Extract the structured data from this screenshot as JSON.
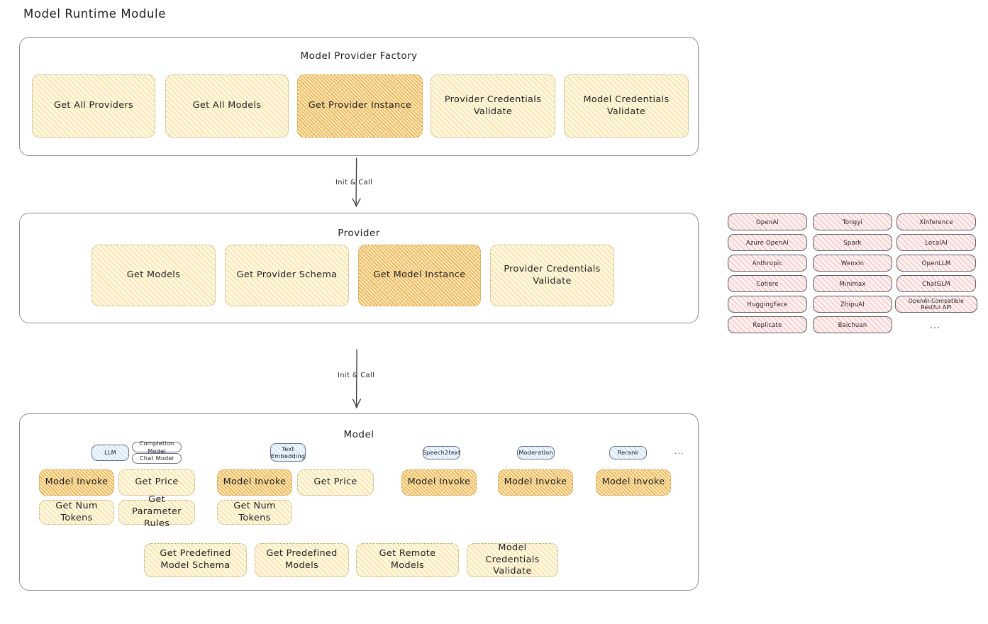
{
  "page": {
    "title": "Model Runtime Module"
  },
  "colors": {
    "highlight_fill": "#fdeac2",
    "normal_fill": "#fdf6e0",
    "provider_fill": "#fdf0f0",
    "badge_fill": "#eef6fd",
    "stroke": "#1e1e1e",
    "panel_stroke": "#868e96"
  },
  "factory": {
    "title": "Model Provider Factory",
    "nodes": [
      {
        "label": "Get All Providers",
        "highlighted": false
      },
      {
        "label": "Get All Models",
        "highlighted": false
      },
      {
        "label": "Get Provider Instance",
        "highlighted": true
      },
      {
        "label": "Provider Credentials Validate",
        "highlighted": false
      },
      {
        "label": "Model Credentials Validate",
        "highlighted": false
      }
    ]
  },
  "arrow_1": {
    "label": "Init & Call"
  },
  "provider": {
    "title": "Provider",
    "nodes": [
      {
        "label": "Get Models",
        "highlighted": false
      },
      {
        "label": "Get Provider Schema",
        "highlighted": false
      },
      {
        "label": "Get Model Instance",
        "highlighted": true
      },
      {
        "label": "Provider Credentials Validate",
        "highlighted": false
      }
    ]
  },
  "provider_list": {
    "columns": [
      [
        "OpenAI",
        "Azure OpenAI",
        "Anthropic",
        "Cohere",
        "HuggingFace",
        "Replicate"
      ],
      [
        "Tongyi",
        "Spark",
        "Wenxin",
        "Minimax",
        "ZhipuAI",
        "Baichuan"
      ],
      [
        "Xinference",
        "LocalAI",
        "OpenLLM",
        "ChatGLM",
        "OpenAI-Compatible Restful API"
      ]
    ],
    "more": "..."
  },
  "arrow_2": {
    "label": "Init & Call"
  },
  "model": {
    "title": "Model",
    "more": "...",
    "types": [
      {
        "badge": "LLM",
        "subtypes": [
          "Completion Model",
          "Chat Model"
        ],
        "ops": [
          "Model Invoke",
          "Get Price",
          "Get Num Tokens",
          "Get Parameter Rules"
        ]
      },
      {
        "badge": "Text Embedding",
        "subtypes": [],
        "ops": [
          "Model Invoke",
          "Get Price",
          "Get Num Tokens"
        ]
      },
      {
        "badge": "Speech2text",
        "subtypes": [],
        "ops": [
          "Model Invoke"
        ]
      },
      {
        "badge": "Moderation",
        "subtypes": [],
        "ops": [
          "Model Invoke"
        ]
      },
      {
        "badge": "Rerank",
        "subtypes": [],
        "ops": [
          "Model Invoke"
        ]
      }
    ],
    "common_ops": [
      "Get Predefined Model Schema",
      "Get Predefined Models",
      "Get Remote Models",
      "Model Credentials Validate"
    ]
  }
}
